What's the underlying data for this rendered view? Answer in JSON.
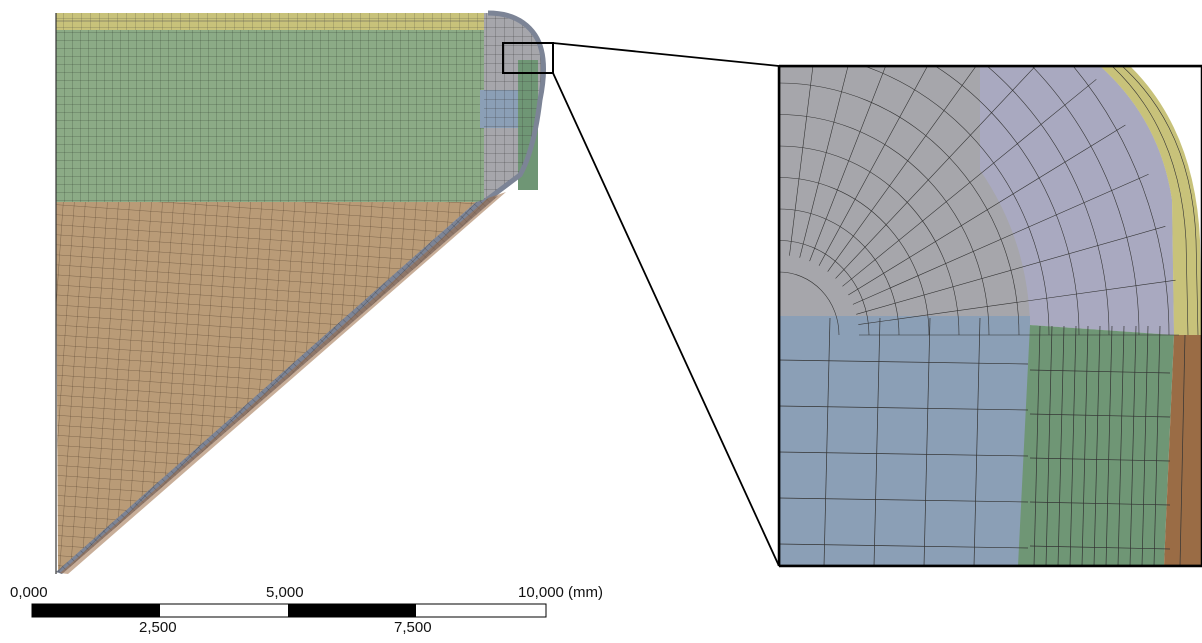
{
  "scale_bar": {
    "top_labels": [
      "0,000",
      "5,000",
      "10,000 (mm)"
    ],
    "bottom_labels": [
      "2,500",
      "7,500"
    ]
  },
  "colors": {
    "background": "#ffffff",
    "mesh_line": "#2a2a2a",
    "green_region": "#8cab86",
    "orange_region": "#b99b77",
    "gray_region": "#a6a6ab",
    "lavender_region": "#a9a9c0",
    "blue_region": "#8b9fb6",
    "dark_green_region": "#6f9675",
    "yellow_band": "#c8c27a",
    "brown_band": "#9a6c45",
    "slate_band": "#7c8496",
    "callout_line": "#000000"
  },
  "icons": {
    "callout": "zoom-callout-box"
  }
}
